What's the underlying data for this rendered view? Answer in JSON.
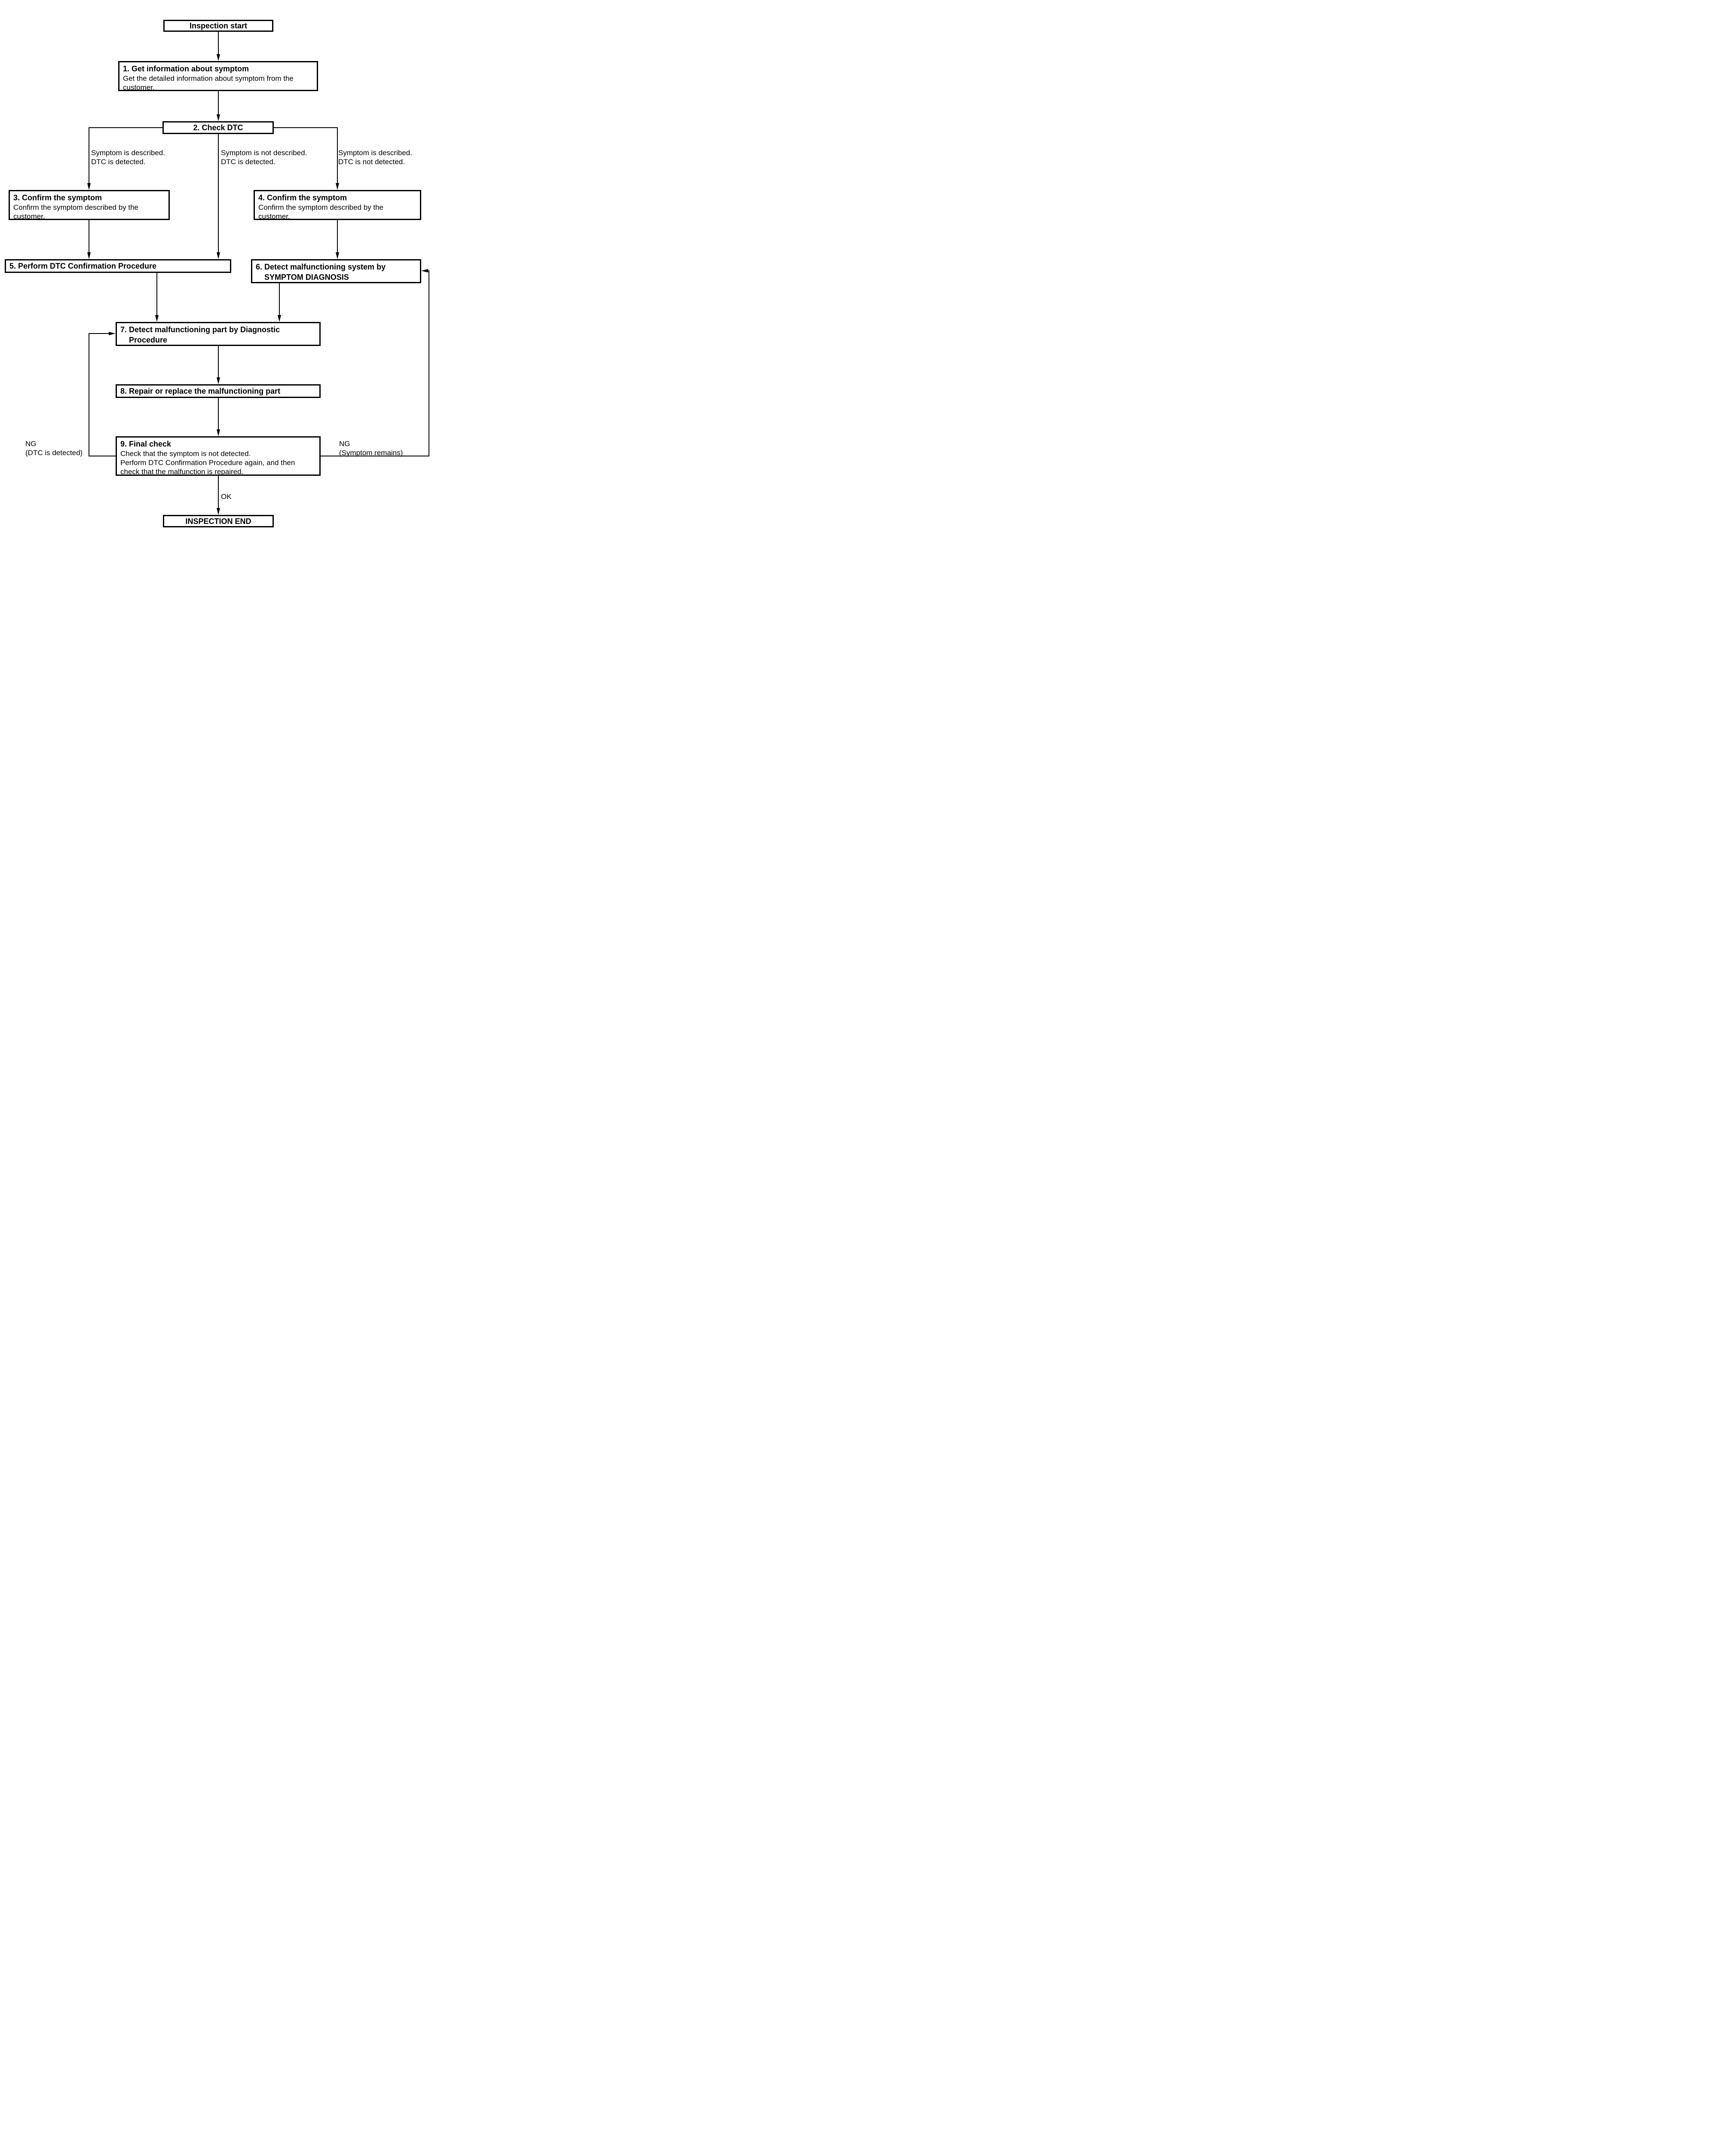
{
  "diagram": {
    "nodes": {
      "start": {
        "label": "Inspection start"
      },
      "step1": {
        "title": "1. Get information about symptom",
        "body": [
          "Get the detailed information about symptom from the",
          "customer."
        ]
      },
      "step2": {
        "title": "2. Check DTC"
      },
      "step3": {
        "title": "3. Confirm the symptom",
        "body": [
          "Confirm the symptom described by the",
          "customer."
        ]
      },
      "step4": {
        "title": "4. Confirm the symptom",
        "body": [
          "Confirm the symptom described by the",
          "customer."
        ]
      },
      "step5": {
        "title": "5. Perform DTC Confirmation Procedure"
      },
      "step6": {
        "title": [
          "6. Detect malfunctioning system by",
          "    SYMPTOM DIAGNOSIS"
        ]
      },
      "step7": {
        "title": [
          "7. Detect malfunctioning part by Diagnostic",
          "    Procedure"
        ]
      },
      "step8": {
        "title": "8. Repair or replace the malfunctioning part"
      },
      "step9": {
        "title": "9. Final check",
        "body": [
          "Check that the symptom is not detected.",
          "Perform DTC Confirmation Procedure again, and then",
          "check that the malfunction is repaired."
        ]
      },
      "end": {
        "label": "INSPECTION END"
      }
    },
    "labels": {
      "branch_left": [
        "Symptom is described.",
        "DTC is detected."
      ],
      "branch_middle": [
        "Symptom is not described.",
        "DTC is detected."
      ],
      "branch_right": [
        "Symptom is described.",
        "DTC is not detected."
      ],
      "ng_left": [
        "NG",
        "(DTC is detected)"
      ],
      "ng_right": [
        "NG",
        "(Symptom remains)"
      ],
      "ok": "OK"
    },
    "colors": {
      "line": "#000000",
      "background": "#ffffff",
      "text": "#000000"
    }
  }
}
